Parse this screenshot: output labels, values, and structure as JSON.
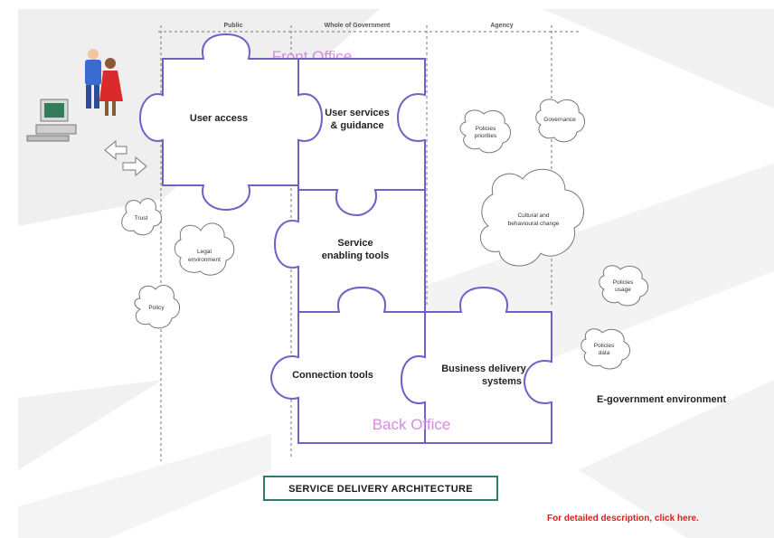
{
  "columns": [
    "Public",
    "Whole of Government",
    "Agency"
  ],
  "overlays": {
    "front_office": "Front Office",
    "back_office": "Back Office"
  },
  "pieces": {
    "user_access": "User access",
    "user_services": [
      "User services",
      "& guidance"
    ],
    "service_enabling": [
      "Service",
      "enabling tools"
    ],
    "connection_tools": "Connection tools",
    "business_delivery": [
      "Business delivery",
      "systems"
    ]
  },
  "clouds": {
    "trust": "Trust",
    "legal": [
      "Legal",
      "environment"
    ],
    "policy": "Policy",
    "policies_priorities": [
      "Policies",
      "priorities"
    ],
    "governance": "Governance",
    "cultural_change": [
      "Cultural and",
      "behavioural change"
    ],
    "policies_usage": [
      "Policies",
      "usage"
    ],
    "policies_data": [
      "Policies",
      "data"
    ]
  },
  "environment_label": "E-government environment",
  "title": "SERVICE DELIVERY ARCHITECTURE",
  "link": "For detailed description, click here.",
  "colors": {
    "piece_stroke": "#6b63c8",
    "overlay_text": "#d78be0",
    "link": "#e01b1b",
    "title_box": "#2e7d6e"
  }
}
